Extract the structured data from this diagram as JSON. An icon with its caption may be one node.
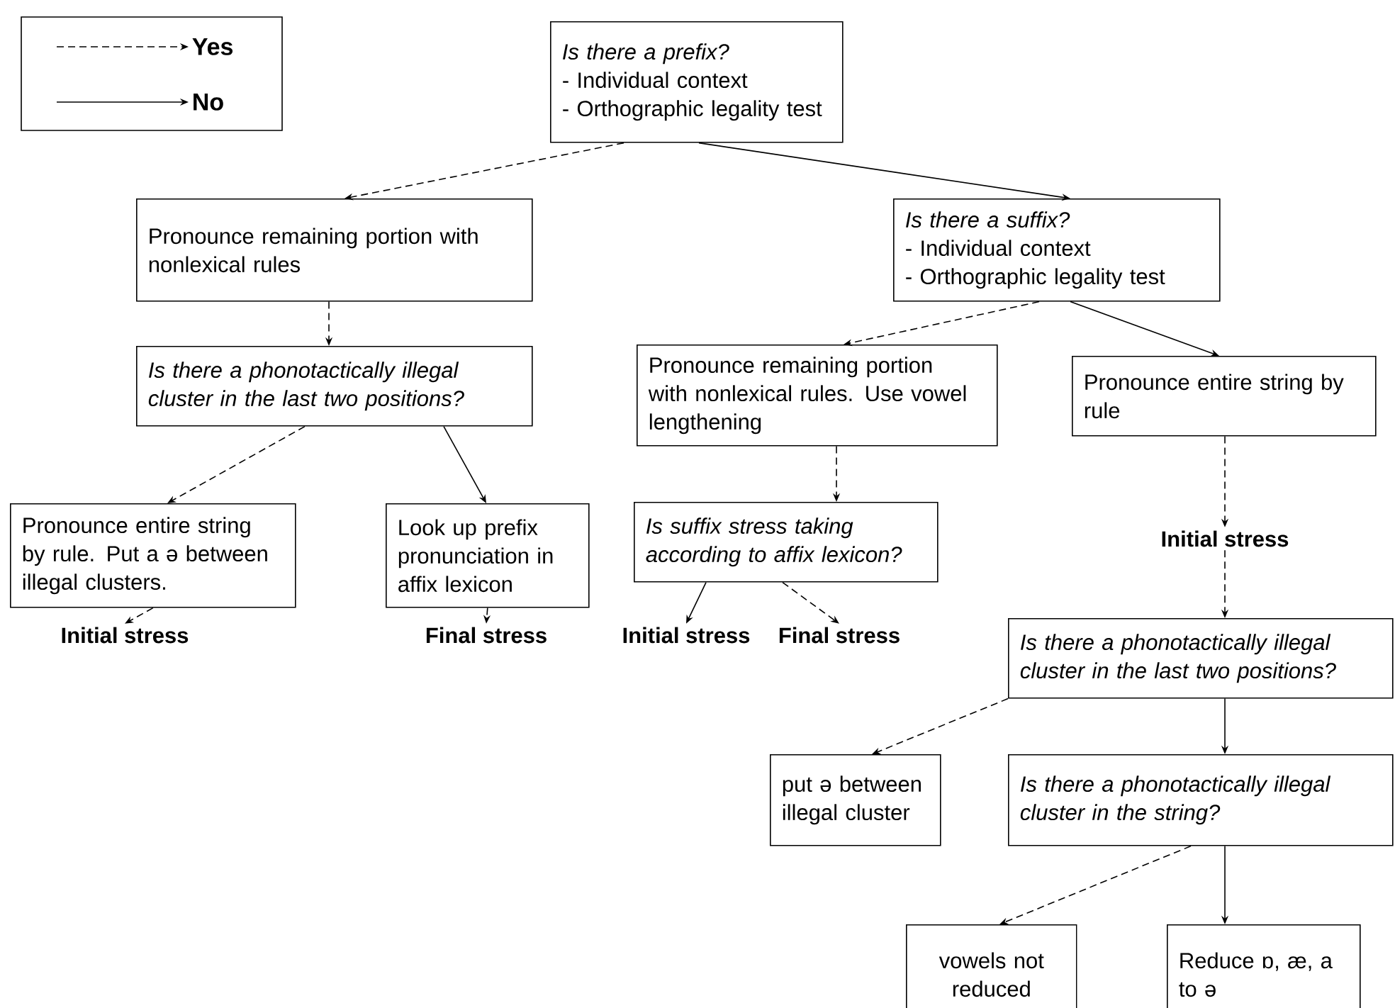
{
  "diagram": {
    "nodes": [
      {
        "text": [
          "*Is there a prefix?*",
          "- Individual context",
          "- Orthographic legality test"
        ]
      },
      {
        "text": [
          "Pronounce remaining portion with nonlexical rules"
        ]
      },
      {
        "text": [
          "Is there a phonotactically illegal cluster in the last two positions?"
        ]
      },
      {
        "text": [
          "Pronounce entire string by rule. Put a ə between illegal clusters."
        ]
      },
      {
        "text": [
          "Look up prefix pronunciation in affix lexicon"
        ]
      },
      {
        "text": [
          "Initial stress"
        ]
      },
      {
        "text": [
          "Final stress"
        ]
      },
      {
        "text": [
          "*Is there a suffix?*",
          "- Individual context",
          "- Orthographic legality test"
        ]
      },
      {
        "text": [
          "Pronounce remaining portion with nonlexical rules. Use vowel lengthening"
        ]
      },
      {
        "text": [
          "Is suffix stress taking according to affix lexicon?"
        ]
      },
      {
        "text": [
          "Initial stress"
        ]
      },
      {
        "text": [
          "Final stress"
        ]
      },
      {
        "text": [
          "Pronounce entire string by rule"
        ]
      },
      {
        "text": [
          "Initial stress"
        ]
      },
      {
        "text": [
          "Is there a phonotactically illegal cluster in the last two positions?"
        ]
      },
      {
        "text": [
          "put ə between illegal cluster"
        ]
      },
      {
        "text": [
          "Is there a phonotactically illegal cluster in the string?"
        ]
      },
      {
        "text": [
          "vowels not reduced"
        ]
      },
      {
        "text": [
          "Reduce ɒ, æ, a to ə"
        ]
      }
    ],
    "edges": [
      {
        "from": 0,
        "to": 1,
        "arrow": "to",
        "style": "dashed"
      },
      {
        "from": 0,
        "to": 7,
        "arrow": "to"
      },
      {
        "from": 1,
        "to": 2,
        "arrow": "to",
        "style": "dashed"
      },
      {
        "from": 2,
        "to": 3,
        "arrow": "to",
        "style": "dashed"
      },
      {
        "from": 2,
        "to": 4,
        "arrow": "to"
      },
      {
        "from": 3,
        "to": 5,
        "arrow": "to",
        "style": "dashed"
      },
      {
        "from": 4,
        "to": 6,
        "arrow": "to",
        "style": "dashed"
      },
      {
        "from": 7,
        "to": 8,
        "arrow": "to",
        "style": "dashed"
      },
      {
        "from": 7,
        "to": 12,
        "arrow": "to"
      },
      {
        "from": 8,
        "to": 9,
        "arrow": "to",
        "style": "dashed"
      },
      {
        "from": 9,
        "to": 10,
        "arrow": "to"
      },
      {
        "from": 9,
        "to": 11,
        "arrow": "to",
        "style": "dashed"
      },
      {
        "from": 12,
        "to": 13,
        "arrow": "to",
        "style": "dashed"
      },
      {
        "from": 13,
        "to": 14,
        "arrow": "to",
        "style": "dashed"
      },
      {
        "from": 14,
        "to": 15,
        "arrow": "to",
        "style": "dashed"
      },
      {
        "from": 14,
        "to": 16,
        "arrow": "to"
      },
      {
        "from": 16,
        "to": 17,
        "arrow": "to",
        "style": "dashed"
      },
      {
        "from": 16,
        "to": 18,
        "arrow": "to"
      }
    ],
    "legend": [
      {
        "text": "Yes"
      },
      {
        "text": "No"
      }
    ]
  }
}
